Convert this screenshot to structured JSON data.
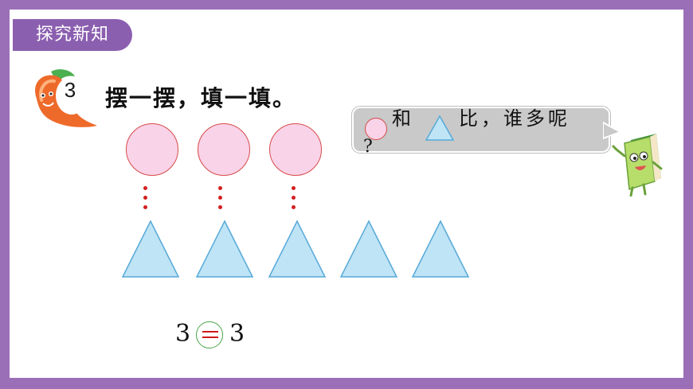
{
  "section_title": "探究新知",
  "problem": {
    "number": "3",
    "instruction": "摆一摆，填一填。"
  },
  "speech_bubble": {
    "word_and": "和",
    "word_compare": "比，谁多呢",
    "question_mark": "?"
  },
  "counts": {
    "circles": 3,
    "triangles": 5
  },
  "equation": {
    "left": "3",
    "right": "3"
  },
  "colors": {
    "frame": "#9a6fb8",
    "tag": "#8b5fb0",
    "circle_fill": "#f9d3e8",
    "circle_stroke": "#d84a4a",
    "triangle_fill": "#bfe4f5",
    "triangle_stroke": "#56a9d8",
    "dot": "#d32020",
    "bubble": "#c9c9c9",
    "answer_circle": "#4aa54a",
    "answer_mark": "#d01818"
  },
  "icons": {
    "badge": "chili-pepper-badge-icon",
    "mascot": "book-mascot-icon"
  }
}
